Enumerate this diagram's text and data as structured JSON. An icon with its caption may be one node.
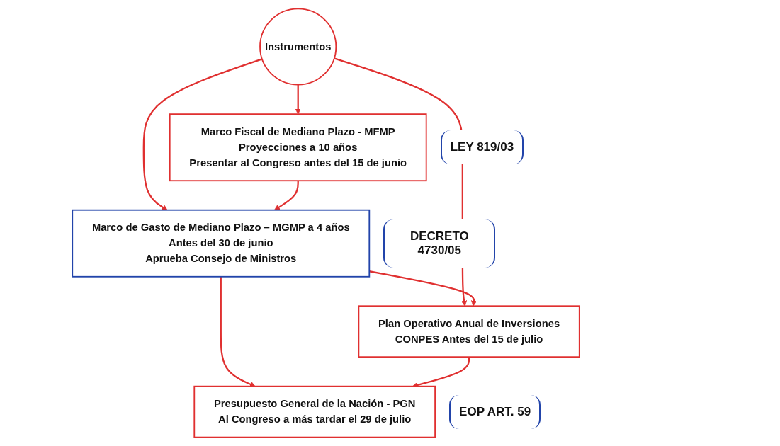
{
  "diagram": {
    "nodes": [
      {
        "text": [
          "Instrumentos"
        ]
      },
      {
        "text": [
          "Marco Fiscal de Mediano Plazo - MFMP",
          "Proyecciones a 10 años",
          "Presentar al Congreso antes del 15 de junio"
        ],
        "beside": [
          "LEY 819/03"
        ]
      },
      {
        "text": [
          "Marco de Gasto de Mediano Plazo – MGMP a 4 años",
          "Antes del 30 de junio",
          "Aprueba Consejo de Ministros"
        ],
        "beside": [
          "DECRETO 4730/05"
        ]
      },
      {
        "text": [
          "Plan Operativo Anual de Inversiones",
          "CONPES Antes del 15 de julio"
        ]
      },
      {
        "text": [
          "Presupuesto General de la Nación - PGN",
          "Al Congreso a más tardar el 29 de julio"
        ],
        "beside": [
          "EOP ART. 59"
        ]
      }
    ],
    "edges": [
      {
        "from": 0,
        "to": 1,
        "arrow": "to"
      },
      {
        "from": 0,
        "to": 2,
        "arrow": "to"
      },
      {
        "from": 0,
        "to": 3,
        "arrow": "to"
      },
      {
        "from": 1,
        "to": 2,
        "arrow": "to"
      },
      {
        "from": 2,
        "to": 3,
        "arrow": "to"
      },
      {
        "from": 2,
        "to": 4,
        "arrow": "to"
      },
      {
        "from": 3,
        "to": 4,
        "arrow": "to"
      }
    ]
  }
}
